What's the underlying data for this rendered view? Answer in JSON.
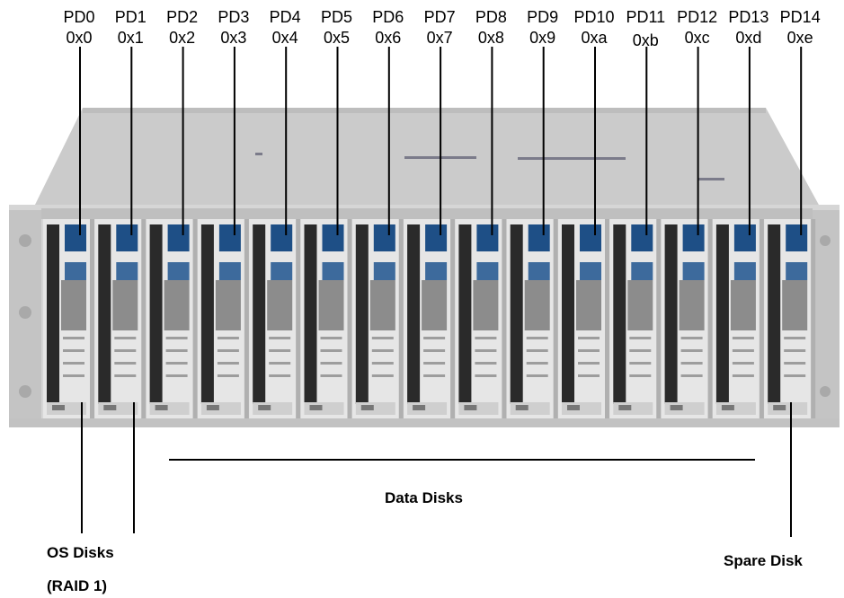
{
  "disks": [
    {
      "name": "PD0",
      "addr": "0x0"
    },
    {
      "name": "PD1",
      "addr": "0x1"
    },
    {
      "name": "PD2",
      "addr": "0x2"
    },
    {
      "name": "PD3",
      "addr": "0x3"
    },
    {
      "name": "PD4",
      "addr": "0x4"
    },
    {
      "name": "PD5",
      "addr": "0x5"
    },
    {
      "name": "PD6",
      "addr": "0x6"
    },
    {
      "name": "PD7",
      "addr": "0x7"
    },
    {
      "name": "PD8",
      "addr": "0x8"
    },
    {
      "name": "PD9",
      "addr": "0x9"
    },
    {
      "name": "PD10",
      "addr": "0xa"
    },
    {
      "name": "PD11",
      "addr": "0xb"
    },
    {
      "name": "PD12",
      "addr": "0xc"
    },
    {
      "name": "PD13",
      "addr": "0xd"
    },
    {
      "name": "PD14",
      "addr": "0xe"
    }
  ],
  "captions": {
    "data_disks": "Data Disks",
    "os_disks_line1": "OS Disks",
    "os_disks_line2": "(RAID 1)",
    "spare_disk": "Spare Disk"
  },
  "colors": {
    "chassis_top": "#c9c9c9",
    "chassis_front": "#d4d4d4",
    "tray_dark": "#2a2a2a",
    "tray_light": "#e6e6e6",
    "led_blue": "#1e4f86",
    "leader": "#000000"
  }
}
